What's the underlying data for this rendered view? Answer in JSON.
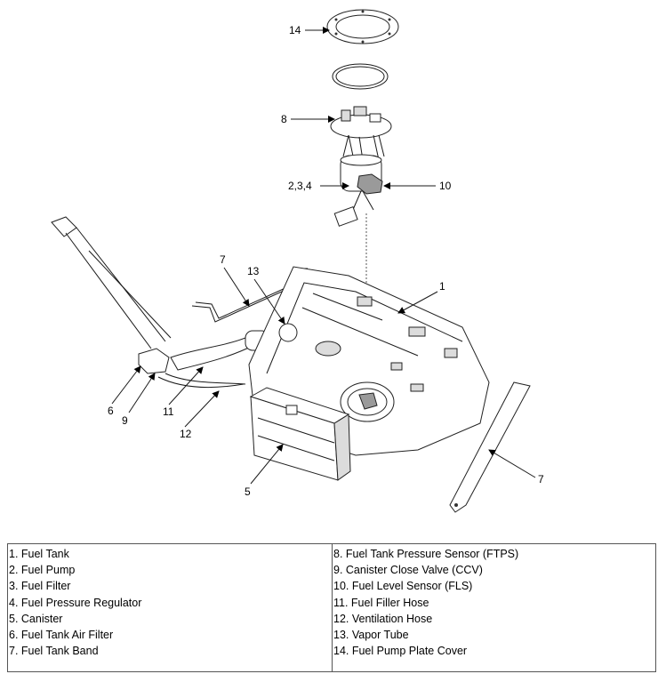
{
  "callouts": {
    "c1": "1",
    "c234": "2,3,4",
    "c5": "5",
    "c6": "6",
    "c7a": "7",
    "c7b": "7",
    "c8": "8",
    "c9": "9",
    "c10": "10",
    "c11": "11",
    "c12": "12",
    "c13": "13",
    "c14": "14"
  },
  "legend": {
    "left": [
      "1. Fuel Tank",
      "2. Fuel Pump",
      "3. Fuel Filter",
      "4. Fuel Pressure Regulator",
      "5. Canister",
      "6. Fuel Tank Air Filter",
      "7. Fuel Tank Band"
    ],
    "right": [
      "8. Fuel Tank Pressure Sensor (FTPS)",
      "9. Canister Close Valve (CCV)",
      "10. Fuel Level Sensor (FLS)",
      "11. Fuel Filler Hose",
      "12. Ventilation Hose",
      "13. Vapor Tube",
      "14. Fuel Pump Plate Cover"
    ]
  }
}
